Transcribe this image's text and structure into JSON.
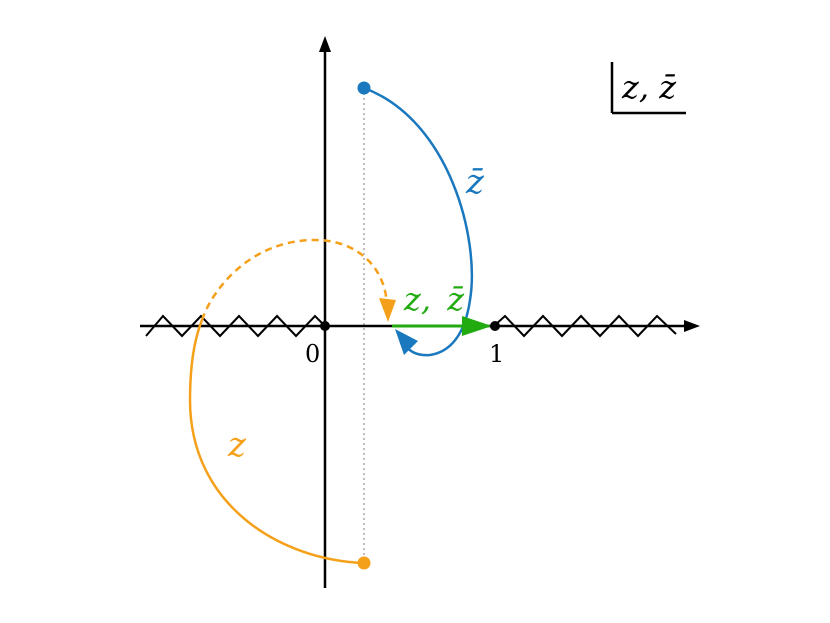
{
  "labels": {
    "origin": "0",
    "one": "1",
    "z_lower": "z",
    "zbar_upper": "z̄",
    "z_zbar_green_z": "z,",
    "z_zbar_green_zbar": "z̄",
    "box_label": "z, z̄"
  },
  "colors": {
    "orange": "#f5a01a",
    "blue": "#1a78be",
    "green": "#22aa11",
    "axis": "#000000",
    "dotted": "#aaaaaa"
  }
}
